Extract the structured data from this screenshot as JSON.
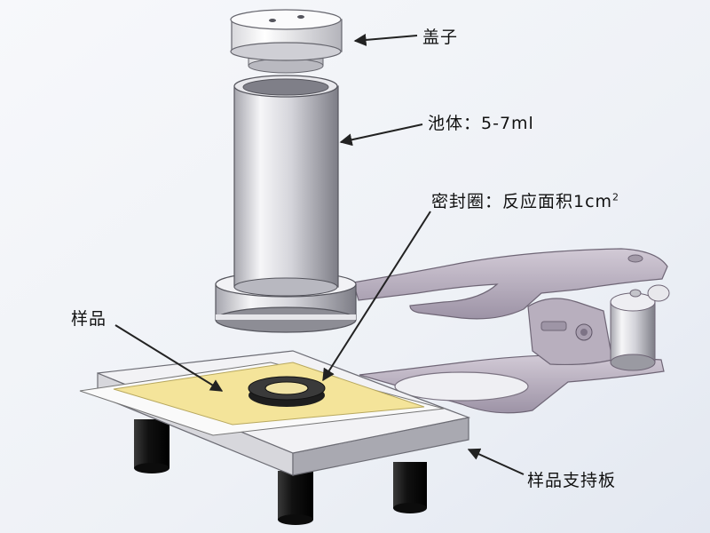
{
  "labels": {
    "cap": "盖子",
    "cell": "池体：5-7ml",
    "seal_ring": "密封圈：反应面积1cm",
    "seal_ring_sup": "2",
    "sample": "样品",
    "support_plate": "样品支持板"
  },
  "colors": {
    "background": "#e6eaf2",
    "metal_light": "#f4f4f6",
    "metal_mid": "#c9c9cf",
    "metal_dark": "#8d8d95",
    "clamp": "#bfb6c4",
    "clamp_dark": "#8e8496",
    "sample": "#f4e49a",
    "seal": "#2a2a2a",
    "feet": "#141414",
    "arrow": "#222222"
  }
}
